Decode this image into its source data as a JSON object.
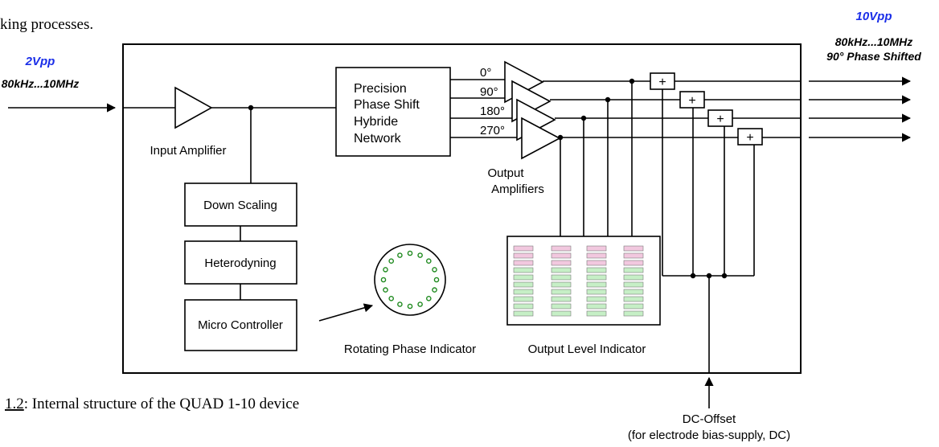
{
  "top_text": "king processes.",
  "input": {
    "amplitude": "2Vpp",
    "frequency": "80kHz...10MHz"
  },
  "output": {
    "amplitude": "10Vpp",
    "frequency": "80kHz...10MHz",
    "phase_note": "90° Phase Shifted"
  },
  "blocks": {
    "input_amplifier": "Input Amplifier",
    "network_lines": [
      "Precision",
      "Phase Shift",
      "Hybride",
      "Network"
    ],
    "phase_labels": [
      "0°",
      "90°",
      "180°",
      "270°"
    ],
    "output_amplifiers_lines": [
      "Output",
      "Amplifiers"
    ],
    "down_scaling": "Down Scaling",
    "heterodyning": "Heterodyning",
    "micro_controller": "Micro Controller",
    "rotating_phase_indicator": "Rotating Phase Indicator",
    "output_level_indicator": "Output Level Indicator",
    "adder_symbol": "+"
  },
  "dc_offset": {
    "title": "DC-Offset",
    "note": "(for electrode bias-supply, DC)"
  },
  "caption": {
    "number": "1.2",
    "text": ": Internal structure of the QUAD 1-10 device"
  },
  "colors": {
    "amplitude_label": "#1a2ee8",
    "level_bar_high": "#f2c8df",
    "level_bar_normal": "#c6efc6",
    "indicator_dot": "#1f8a1f"
  },
  "level_indicator": {
    "columns": 4,
    "high_segments": 3,
    "normal_segments": 7
  }
}
